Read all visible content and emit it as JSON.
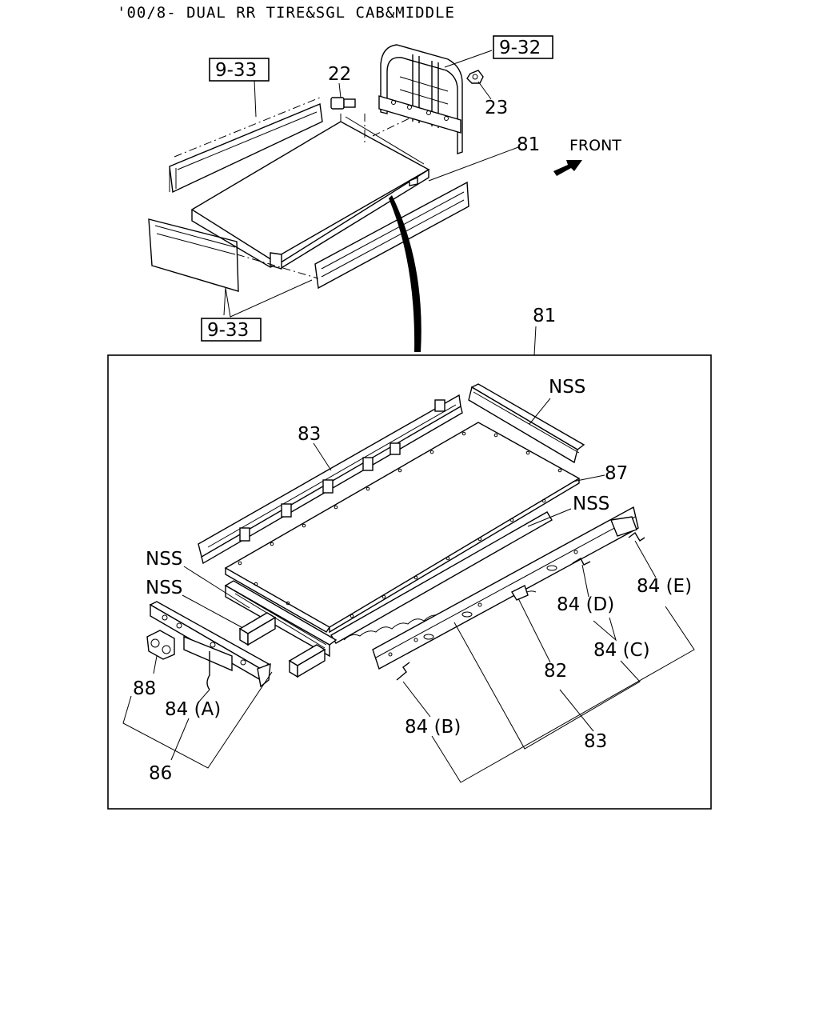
{
  "title": "'00/8- DUAL RR TIRE&SGL CAB&MIDDLE",
  "front_label": "FRONT",
  "ref_boxes": {
    "top_left": "9-33",
    "top_right": "9-32",
    "bottom_left": "9-33"
  },
  "callouts": {
    "c22": "22",
    "c23": "23",
    "c81_top": "81",
    "c81_detail": "81",
    "c83_top": "83",
    "c83_bottom": "83",
    "c87": "87",
    "c82": "82",
    "c88": "88",
    "c86": "86",
    "nss_top_right": "NSS",
    "nss_right": "NSS",
    "nss_left_1": "NSS",
    "nss_left_2": "NSS",
    "c84a": "84 (A)",
    "c84b": "84 (B)",
    "c84c": "84 (C)",
    "c84d": "84 (D)",
    "c84e": "84 (E)"
  }
}
